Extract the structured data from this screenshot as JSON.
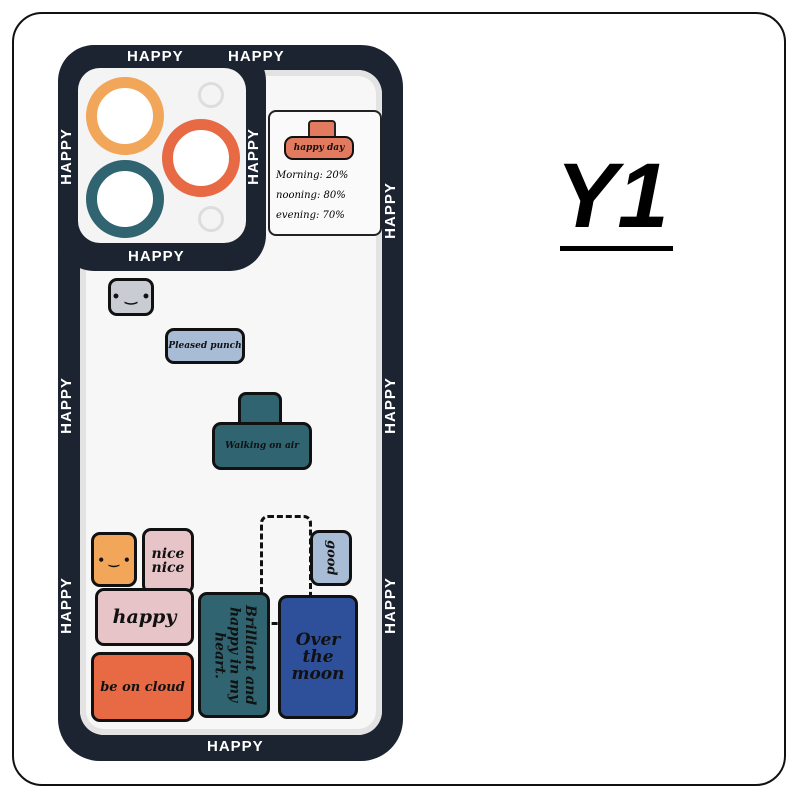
{
  "model_label": "Y1",
  "case": {
    "border_text": "HAPPY",
    "colors": {
      "frame": "#1b2430",
      "yellow": "#f2a65a",
      "orange": "#e76a45",
      "teal": "#2f6470",
      "blue": "#2e4f9a",
      "pink": "#e7c4c8",
      "lightblue": "#a9bcd6"
    },
    "note_card": {
      "title": "happy day",
      "lines": [
        "Morning: 20%",
        "nooning: 80%",
        "evening: 70%"
      ]
    },
    "stickers": {
      "pleased": "Pleased punch",
      "walking": "Walking on air",
      "nice": "nice nice",
      "happy": "happy",
      "cloud": "be on cloud",
      "brilliant": "Brilliant and happy in my heart.",
      "good": "good",
      "moon": "Over the moon"
    }
  }
}
